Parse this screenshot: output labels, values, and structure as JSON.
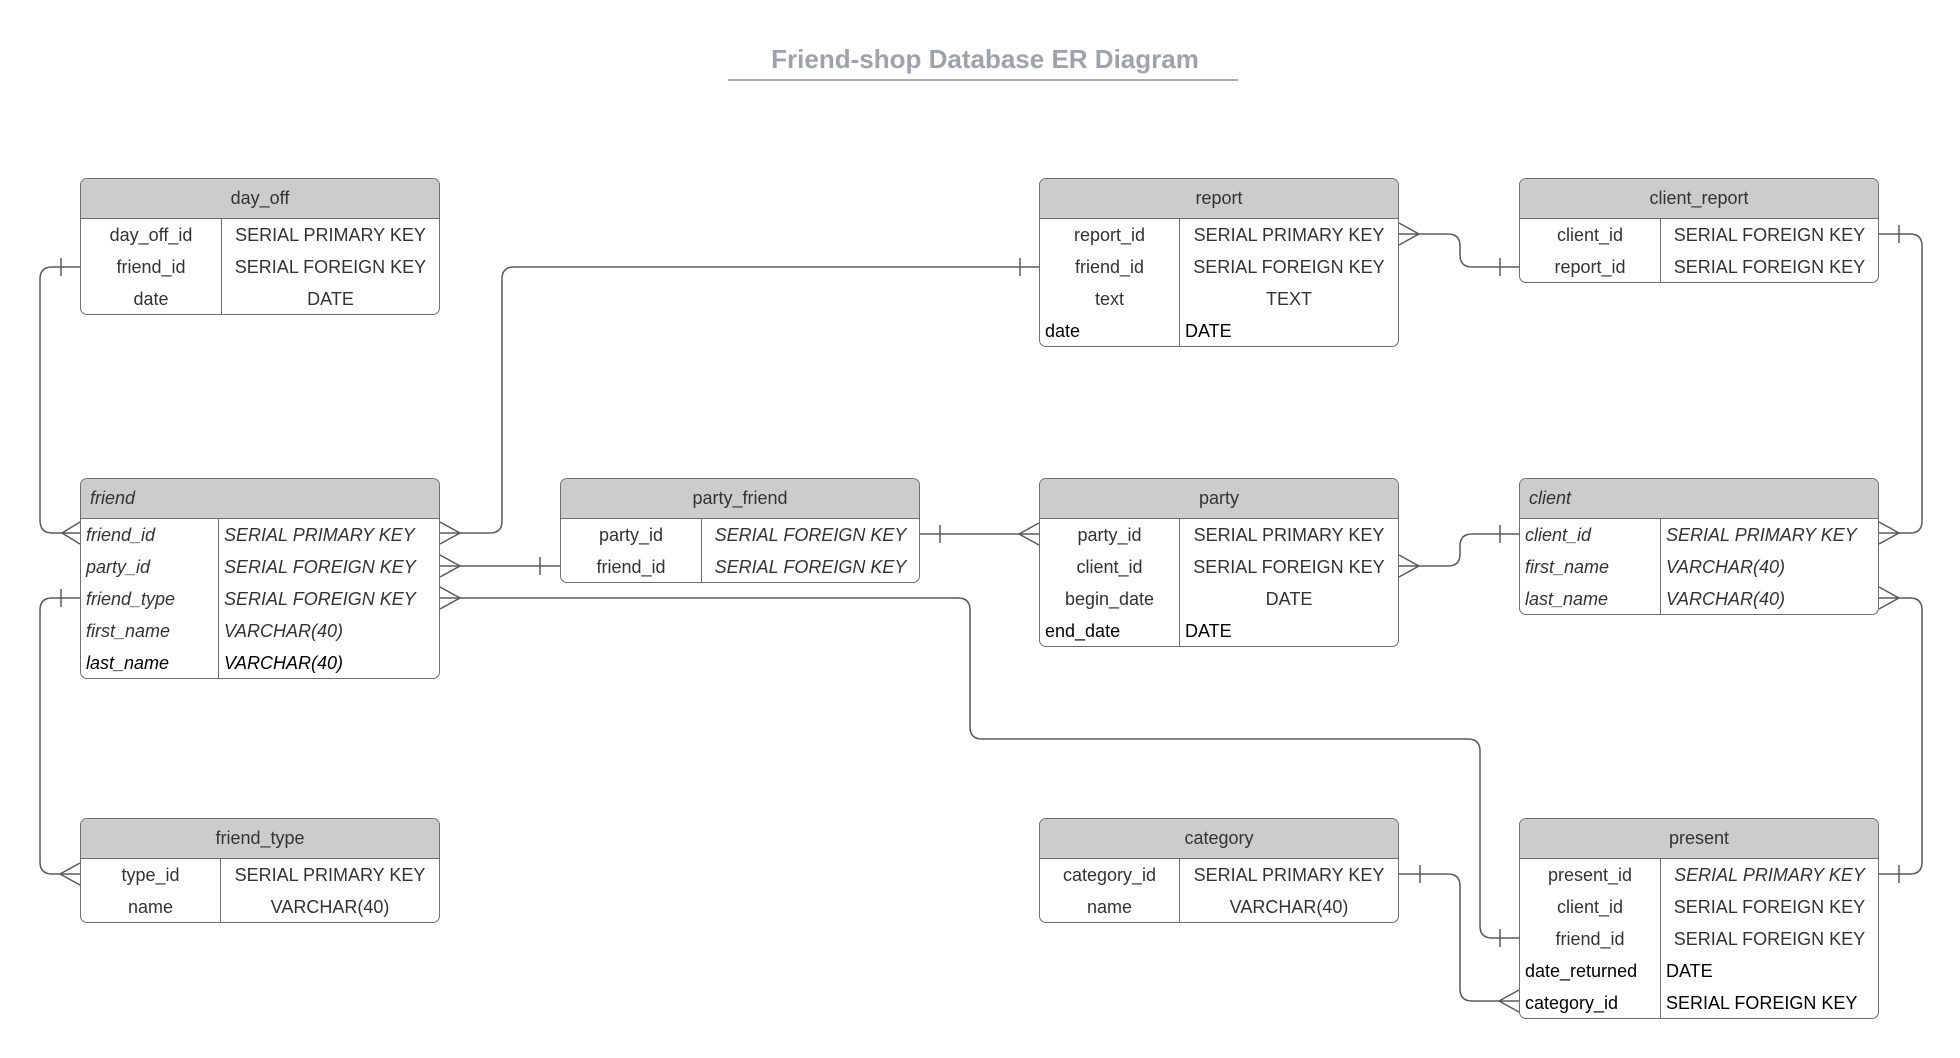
{
  "title": "Friend-shop Database ER Diagram",
  "entities": {
    "day_off": {
      "name": "day_off",
      "rows": [
        {
          "field": "day_off_id",
          "type": "SERIAL PRIMARY KEY"
        },
        {
          "field": "friend_id",
          "type": "SERIAL FOREIGN KEY"
        },
        {
          "field": "date",
          "type": "DATE"
        }
      ]
    },
    "report": {
      "name": "report",
      "rows": [
        {
          "field": "report_id",
          "type": "SERIAL PRIMARY KEY"
        },
        {
          "field": "friend_id",
          "type": "SERIAL FOREIGN KEY"
        },
        {
          "field": "text",
          "type": "TEXT"
        },
        {
          "field": "date",
          "type": "DATE"
        }
      ]
    },
    "client_report": {
      "name": "client_report",
      "rows": [
        {
          "field": "client_id",
          "type": "SERIAL FOREIGN KEY"
        },
        {
          "field": "report_id",
          "type": "SERIAL FOREIGN KEY"
        }
      ]
    },
    "friend": {
      "name": "friend",
      "rows": [
        {
          "field": "friend_id",
          "type": "SERIAL PRIMARY KEY"
        },
        {
          "field": "party_id",
          "type": "SERIAL FOREIGN KEY"
        },
        {
          "field": "friend_type",
          "type": "SERIAL FOREIGN KEY"
        },
        {
          "field": "first_name",
          "type": "VARCHAR(40)"
        },
        {
          "field": "last_name",
          "type": "VARCHAR(40)"
        }
      ]
    },
    "party_friend": {
      "name": "party_friend",
      "rows": [
        {
          "field": "party_id",
          "type": "SERIAL FOREIGN KEY"
        },
        {
          "field": "friend_id",
          "type": "SERIAL FOREIGN KEY"
        }
      ]
    },
    "party": {
      "name": "party",
      "rows": [
        {
          "field": "party_id",
          "type": "SERIAL PRIMARY KEY"
        },
        {
          "field": "client_id",
          "type": "SERIAL FOREIGN KEY"
        },
        {
          "field": "begin_date",
          "type": "DATE"
        },
        {
          "field": "end_date",
          "type": "DATE"
        }
      ]
    },
    "client": {
      "name": "client",
      "rows": [
        {
          "field": "client_id",
          "type": "SERIAL PRIMARY KEY"
        },
        {
          "field": "first_name",
          "type": "VARCHAR(40)"
        },
        {
          "field": "last_name",
          "type": "VARCHAR(40)"
        }
      ]
    },
    "friend_type": {
      "name": "friend_type",
      "rows": [
        {
          "field": "type_id",
          "type": "SERIAL PRIMARY KEY"
        },
        {
          "field": "name",
          "type": "VARCHAR(40)"
        }
      ]
    },
    "category": {
      "name": "category",
      "rows": [
        {
          "field": "category_id",
          "type": "SERIAL PRIMARY KEY"
        },
        {
          "field": "name",
          "type": "VARCHAR(40)"
        }
      ]
    },
    "present": {
      "name": "present",
      "rows": [
        {
          "field": "present_id",
          "type": "SERIAL PRIMARY KEY"
        },
        {
          "field": "client_id",
          "type": "SERIAL FOREIGN KEY"
        },
        {
          "field": "friend_id",
          "type": "SERIAL FOREIGN KEY"
        },
        {
          "field": "date_returned",
          "type": "DATE"
        },
        {
          "field": "category_id",
          "type": "SERIAL FOREIGN KEY"
        }
      ]
    }
  },
  "relationships": [
    {
      "from": "day_off.friend_id",
      "to": "friend.friend_id",
      "from_end": "one",
      "to_end": "many"
    },
    {
      "from": "report.friend_id",
      "to": "friend.friend_id",
      "from_end": "one",
      "to_end": "many"
    },
    {
      "from": "report.report_id",
      "to": "client_report.report_id",
      "from_end": "many",
      "to_end": "one"
    },
    {
      "from": "client_report.client_id",
      "to": "client.client_id",
      "from_end": "one",
      "to_end": "many"
    },
    {
      "from": "friend.party_id",
      "to": "party_friend.friend_id",
      "from_end": "many",
      "to_end": "one"
    },
    {
      "from": "party_friend.party_id",
      "to": "party.party_id",
      "from_end": "one",
      "to_end": "many"
    },
    {
      "from": "party.client_id",
      "to": "client.client_id",
      "from_end": "many",
      "to_end": "one"
    },
    {
      "from": "friend.friend_type",
      "to": "friend_type.type_id",
      "from_end": "one",
      "to_end": "many"
    },
    {
      "from": "friend.friend_type",
      "to": "present.friend_id",
      "from_end": "many",
      "to_end": "one"
    },
    {
      "from": "client.last_name",
      "to": "present.present_id",
      "from_end": "many",
      "to_end": "one"
    },
    {
      "from": "category.category_id",
      "to": "present.category_id",
      "from_end": "one",
      "to_end": "many"
    }
  ],
  "colors": {
    "header_fill": "#cccccc",
    "border": "#6e6e6e",
    "title": "#9ea3a9",
    "link": "#5a5a5a"
  }
}
